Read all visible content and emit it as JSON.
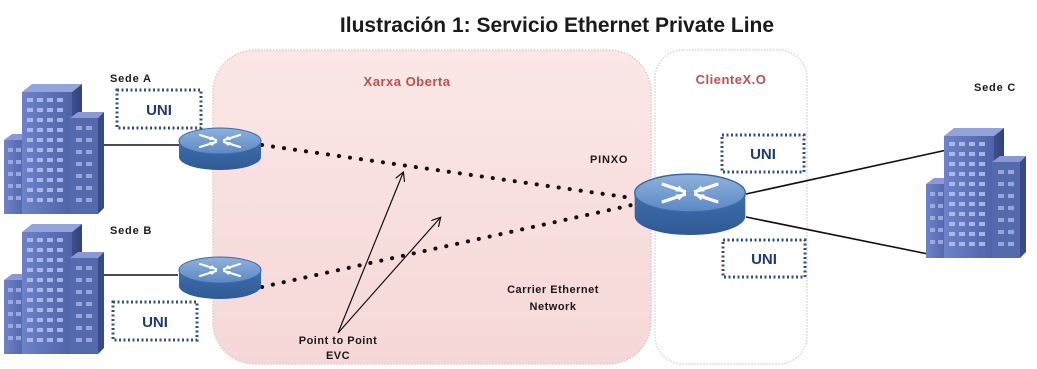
{
  "title": "Ilustración 1: Servicio Ethernet Private Line",
  "zones": {
    "network": "Xarxa Oberta",
    "client": "ClienteX.O"
  },
  "sites": {
    "a": "Sede A",
    "b": "Sede B",
    "c": "Sede C"
  },
  "uni_label": "UNI",
  "pinxo_label": "PINXO",
  "carrier": [
    "Carrier Ethernet",
    "Network"
  ],
  "evc": [
    "Point to Point",
    "EVC"
  ],
  "colors": {
    "network_zone": "#f8dede",
    "client_zone": "#ffffff",
    "zone_label": "#c0504d",
    "uni_border": "#2e4e8f",
    "router": "#4a7ebb",
    "building": "#5a6fb4"
  }
}
